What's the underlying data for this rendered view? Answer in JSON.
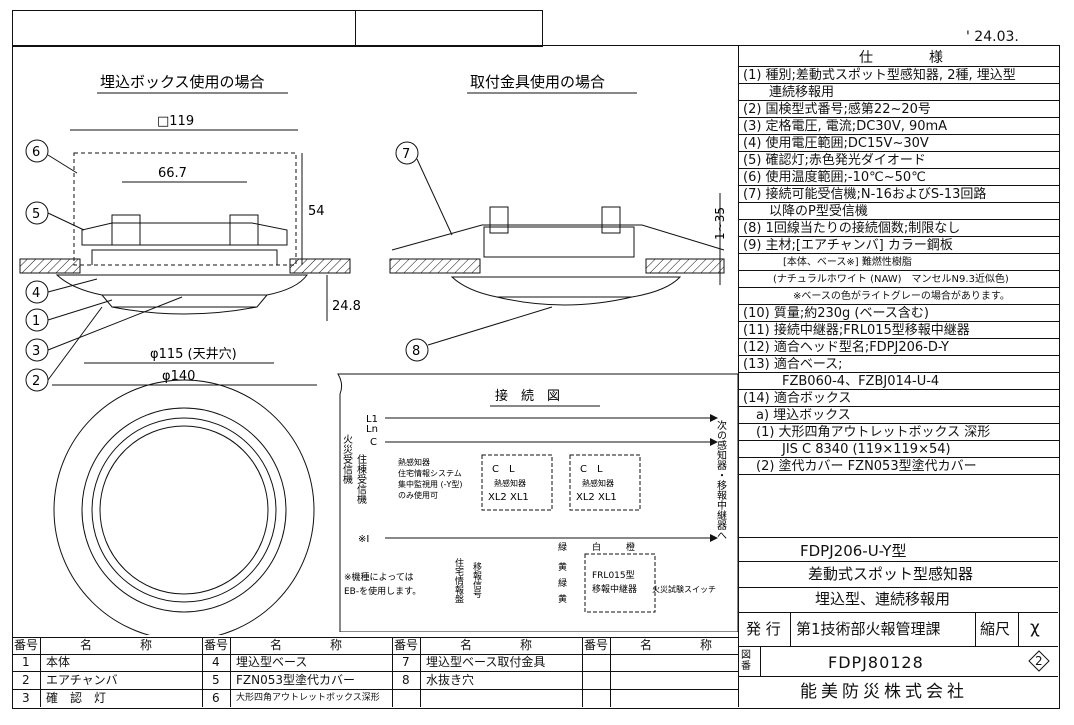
{
  "header": {
    "date": "' 24.03."
  },
  "views": {
    "left_title": "埋込ボックス使用の場合",
    "right_title": "取付金具使用の場合",
    "dims": {
      "d119": "□119",
      "d667": "66.7",
      "d54": "54",
      "d248": "24.8",
      "d115": "φ115 (天井穴)",
      "d140": "φ140",
      "d135": "1~35"
    },
    "callouts": [
      "6",
      "5",
      "4",
      "1",
      "3",
      "2",
      "7",
      "8"
    ]
  },
  "wiring": {
    "title": "接　続　図",
    "receiver": "火災受信機",
    "receiver2": "住棟受信機",
    "terminals": [
      "L1",
      "Ln",
      "C"
    ],
    "detector_note": [
      "熱感知器",
      "住宅情報システム",
      "集中監視用 (-Y型)",
      "のみ使用可"
    ],
    "detector1": {
      "cl": "C　L",
      "name": "熱感知器",
      "xl": "XL2 XL1"
    },
    "detector2": {
      "cl": "C　L",
      "name": "熱感知器",
      "xl": "XL2 XL1"
    },
    "next_label": "次の感知器・移報中継器へ",
    "i_term": "※I",
    "note1": "※機種によっては",
    "note2": "EB-を使用します。",
    "panel": "住宅情報盤",
    "signal": "移報信号",
    "wires": [
      "緑",
      "黄",
      "白",
      "橙"
    ],
    "wires2": [
      "緑",
      "黄"
    ],
    "relay1": "FRL015型",
    "relay2": "移報中継器",
    "test_switch": "火災試験スイッチ",
    "relay_terms": [
      "白",
      "橙"
    ]
  },
  "spec": {
    "title": "仕　　　　様",
    "rows": [
      "(1) 種別;差動式スポット型感知器, 2種, 埋込型",
      "　　連続移報用",
      "(2) 国検型式番号;感第22~20号",
      "(3) 定格電圧, 電流;DC30V, 90mA",
      "(4) 使用電圧範囲;DC15V~30V",
      "(5) 確認灯;赤色発光ダイオード",
      "(6) 使用温度範囲;-10℃~50℃",
      "(7) 接続可能受信機;N-16およびS-13回路",
      "　　以降のP型受信機",
      "(8) 1回線当たりの接続個数;制限なし",
      "(9) 主材;[エアチャンバ] カラー鋼板",
      "　　　　[本体、ベース※] 難燃性樹脂",
      "　　　(ナチュラルホワイト (NAW)　マンセルN9.3近似色)",
      "　　　　　※ベースの色がライトグレーの場合があります。",
      "(10) 質量;約230g (ベース含む)",
      "(11) 接続中継器;FRL015型移報中継器",
      "(12) 適合ヘッド型名;FDPJ206-D-Y",
      "(13) 適合ベース;",
      "　　　FZB060-4、FZBJ014-U-4",
      "(14) 適合ボックス",
      "　a) 埋込ボックス",
      "　(1) 大形四角アウトレットボックス 深形",
      "　　　JIS C 8340 (119×119×54)",
      "　(2) 塗代カバー FZN053型塗代カバー"
    ]
  },
  "title_block": {
    "model": "FDPJ206-U-Y型",
    "name": "差動式スポット型感知器",
    "type": "埋込型、連続移報用",
    "issue_label": "発 行",
    "department": "第1技術部火報管理課",
    "scale_label": "縮尺",
    "scale_value": "χ",
    "drawing_label": "図番",
    "drawing_number": "FDPJ80128",
    "revision": "2",
    "company": "能美防災株式会社"
  },
  "parts_table": {
    "header_no": "番号",
    "header_name": "名　　　　称",
    "parts": [
      {
        "no": "1",
        "name": "本体"
      },
      {
        "no": "2",
        "name": "エアチャンバ"
      },
      {
        "no": "3",
        "name": "確　認　灯"
      },
      {
        "no": "4",
        "name": "埋込型ベース"
      },
      {
        "no": "5",
        "name": "FZN053型塗代カバー"
      },
      {
        "no": "6",
        "name": "大形四角アウトレットボックス深形"
      },
      {
        "no": "7",
        "name": "埋込型ベース取付金具"
      },
      {
        "no": "8",
        "name": "水抜き穴"
      }
    ]
  }
}
